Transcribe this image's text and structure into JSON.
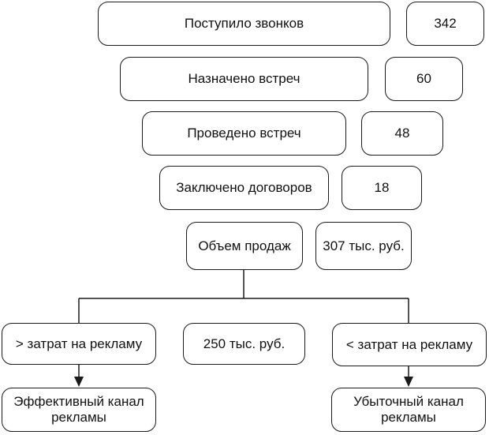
{
  "funnel": [
    {
      "label": "Поступило звонков",
      "value": "342"
    },
    {
      "label": "Назначено встреч",
      "value": "60"
    },
    {
      "label": "Проведено встреч",
      "value": "48"
    },
    {
      "label": "Заключено договоров",
      "value": "18"
    },
    {
      "label": "Объем продаж",
      "value": "307 тыс. руб."
    }
  ],
  "branches": {
    "above": {
      "condition": "> затрат на рекламу",
      "result": "Эффективный канал рекламы"
    },
    "threshold": "250 тыс. руб.",
    "below": {
      "condition": "< затрат на рекламу",
      "result": "Убыточный канал рекламы"
    }
  }
}
